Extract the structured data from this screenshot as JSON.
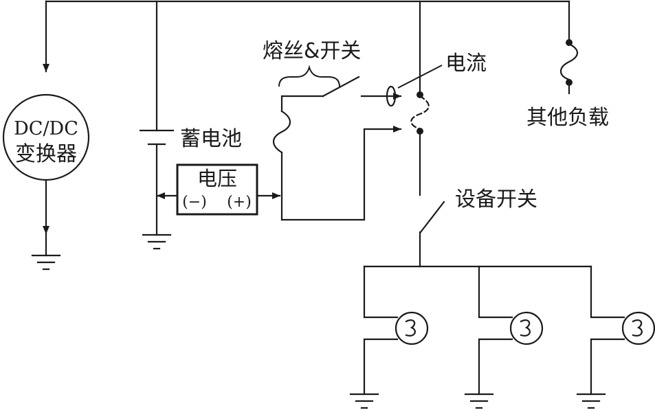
{
  "diagram": {
    "converter": {
      "line1": "DC/DC",
      "line2": "变换器"
    },
    "battery_label": "蓄电池",
    "voltage": {
      "title": "电压",
      "minus": "(−)",
      "plus": "(+)"
    },
    "fuse_switch_label": "熔丝&开关",
    "current_label": "电流",
    "other_load_label": "其他负载",
    "device_switch_label": "设备开关"
  }
}
